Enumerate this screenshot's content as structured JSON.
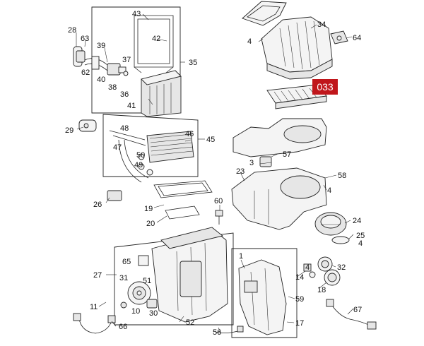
{
  "highlight": {
    "label": "033",
    "color": "#c0161b"
  },
  "callouts": {
    "c1": "1",
    "c3": "3",
    "c4a": "4",
    "c4b": "4",
    "c4c": "4",
    "c4d": "4",
    "c10": "10",
    "c11": "11",
    "c14": "14",
    "c17": "17",
    "c18": "18",
    "c19": "19",
    "c20": "20",
    "c23": "23",
    "c24": "24",
    "c25": "25",
    "c26": "26",
    "c27": "27",
    "c28": "28",
    "c29": "29",
    "c30": "30",
    "c31": "31",
    "c32": "32",
    "c34": "34",
    "c35": "35",
    "c36": "36",
    "c37": "37",
    "c38": "38",
    "c39": "39",
    "c40": "40",
    "c41": "41",
    "c42": "42",
    "c43": "43",
    "c45": "45",
    "c46": "46",
    "c47": "47",
    "c48": "48",
    "c49": "49",
    "c50": "50",
    "c51": "51",
    "c52": "52",
    "c56": "56",
    "c57": "57",
    "c58": "58",
    "c59": "59",
    "c60": "60",
    "c62": "62",
    "c63": "63",
    "c64": "64",
    "c65": "65",
    "c66": "66",
    "c67": "67"
  }
}
